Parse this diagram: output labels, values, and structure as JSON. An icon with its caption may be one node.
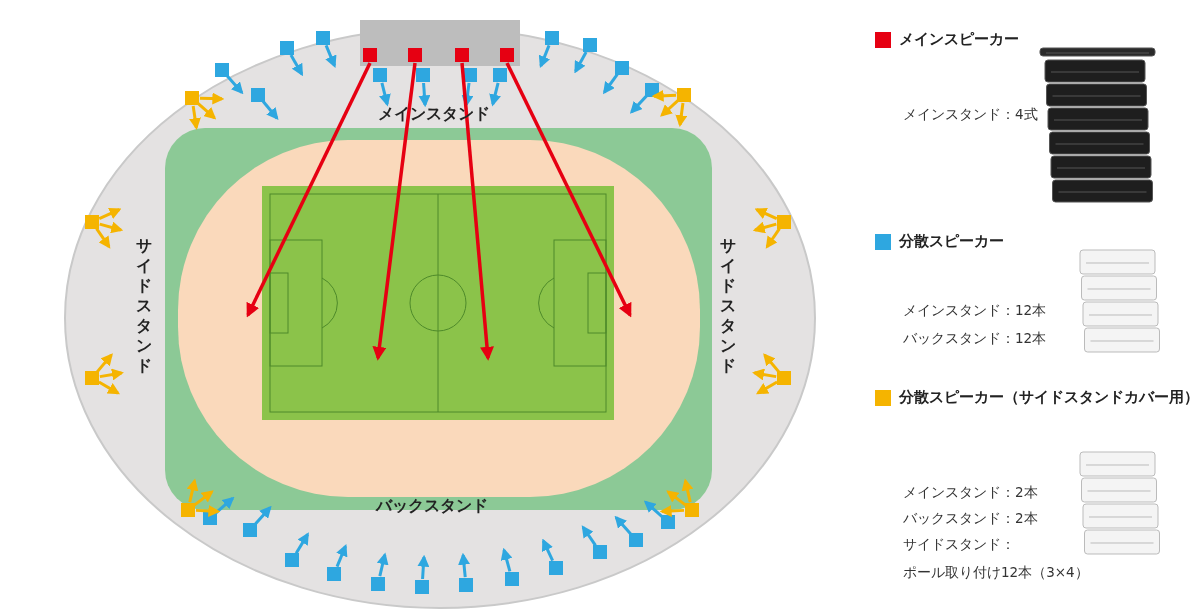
{
  "diagram": {
    "labels": [
      "メインスタンド",
      "サイドスタンド",
      "サイドスタンド",
      "バックスタンド",
      "メインスタンド：4式",
      "メインスタンド：12本",
      "バックスタンド：12本",
      "メインスタンド：2本",
      "バックスタンド：2本",
      "サイドスタンド：",
      "ポール取り付け12本（3×4）"
    ],
    "legend": [
      {
        "text": "メインスピーカー",
        "color": "#e60012"
      },
      {
        "text": "分散スピーカー",
        "color": "#2ea7e0"
      },
      {
        "text": "分散スピーカー（サイドスタンドカバー用）",
        "color": "#f5b400"
      }
    ]
  }
}
